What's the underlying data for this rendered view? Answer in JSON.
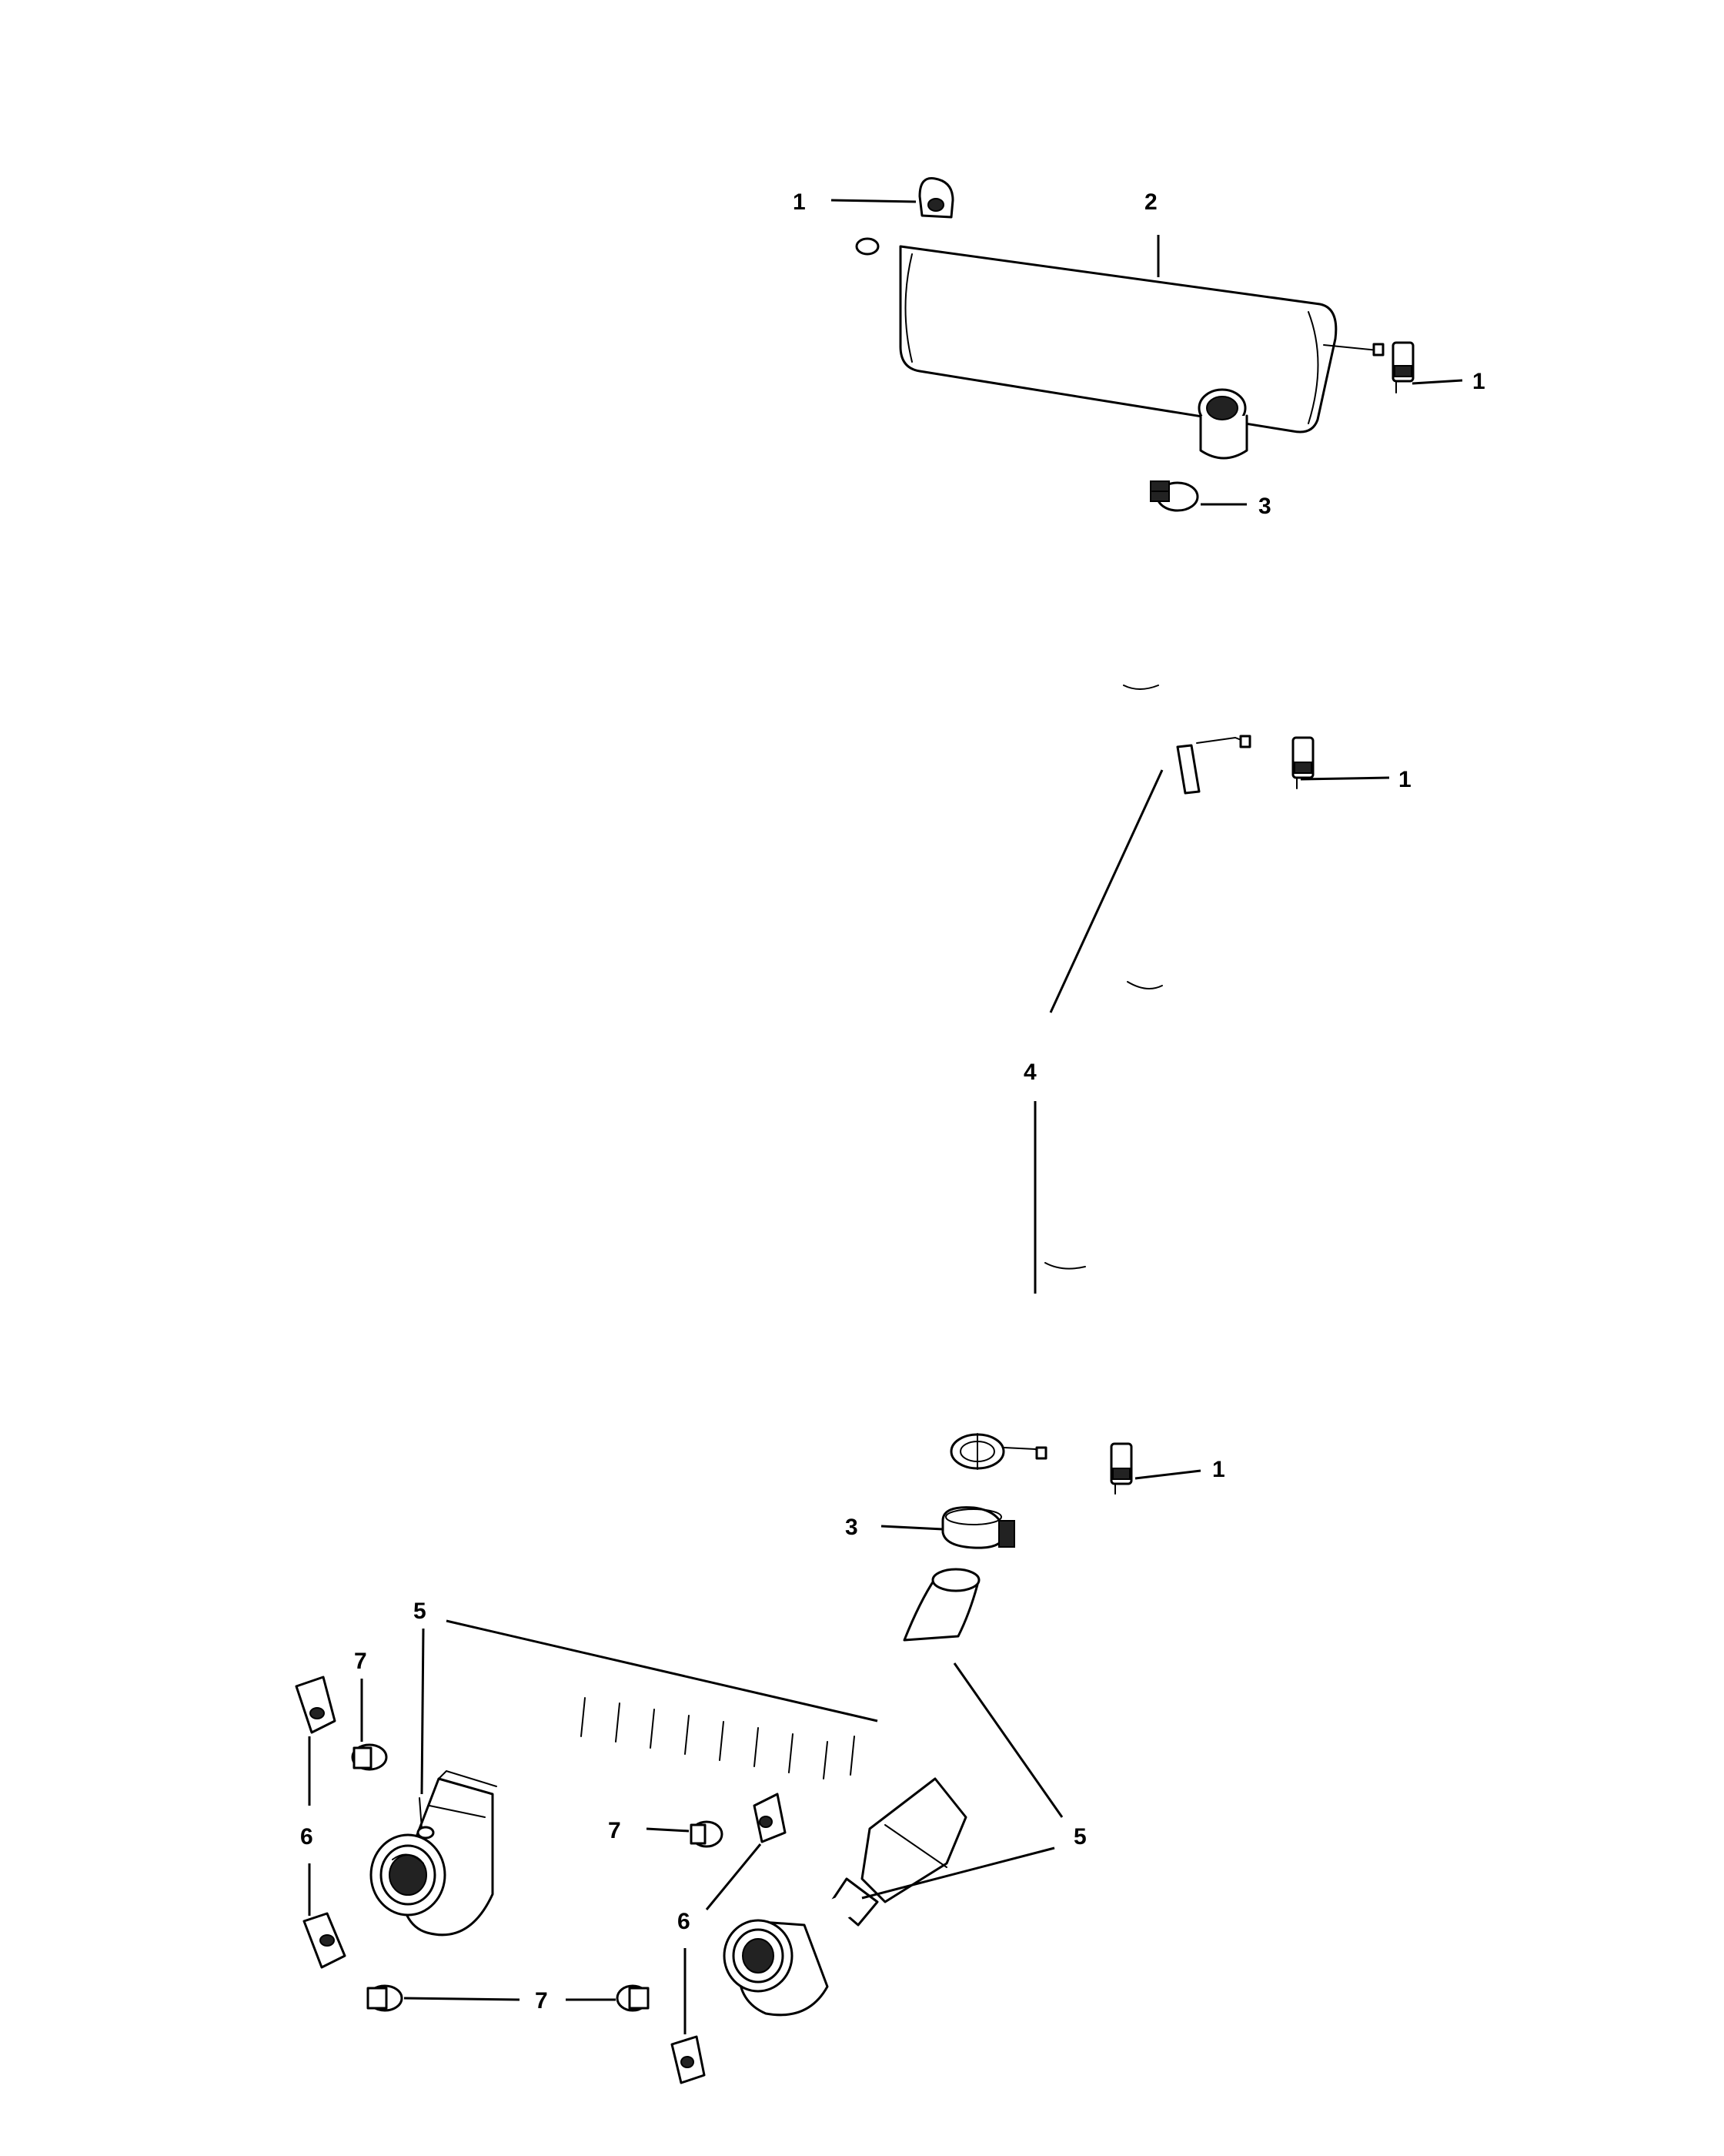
{
  "diagram": {
    "callouts": {
      "c1a": "1",
      "c1b": "1",
      "c1c": "1",
      "c1d": "1",
      "c2": "2",
      "c3a": "3",
      "c3b": "3",
      "c4": "4",
      "c5a": "5",
      "c5b": "5",
      "c6a": "6",
      "c6b": "6",
      "c7a": "7",
      "c7b": "7",
      "c7c": "7"
    }
  }
}
